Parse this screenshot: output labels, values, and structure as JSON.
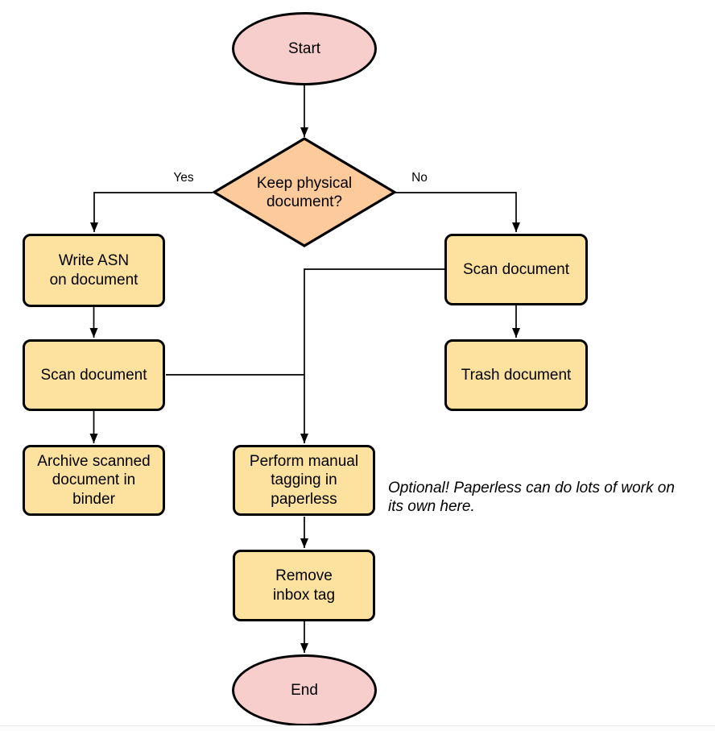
{
  "diagram": {
    "nodes": {
      "start": {
        "label": [
          "Start"
        ],
        "shape": "terminator"
      },
      "decision": {
        "label": [
          "Keep physical",
          "document?"
        ],
        "shape": "decision"
      },
      "write_asn": {
        "label": [
          "Write ASN",
          "on document"
        ],
        "shape": "process"
      },
      "scan_left": {
        "label": [
          "Scan document"
        ],
        "shape": "process"
      },
      "archive": {
        "label": [
          "Archive scanned",
          "document in",
          "binder"
        ],
        "shape": "process"
      },
      "scan_right": {
        "label": [
          "Scan document"
        ],
        "shape": "process"
      },
      "trash": {
        "label": [
          "Trash document"
        ],
        "shape": "process"
      },
      "tagging": {
        "label": [
          "Perform manual",
          "tagging in",
          "paperless"
        ],
        "shape": "process"
      },
      "remove_inbox": {
        "label": [
          "Remove",
          "inbox tag"
        ],
        "shape": "process"
      },
      "end": {
        "label": [
          "End"
        ],
        "shape": "terminator"
      }
    },
    "edge_labels": {
      "yes": "Yes",
      "no": "No"
    },
    "note": [
      "Optional! Paperless can do lots of work on",
      "its own here."
    ],
    "colors": {
      "terminator_fill": "#F8CECC",
      "decision_fill": "#FDCA9C",
      "process_fill": "#FCE29E",
      "stroke": "#000000"
    }
  }
}
